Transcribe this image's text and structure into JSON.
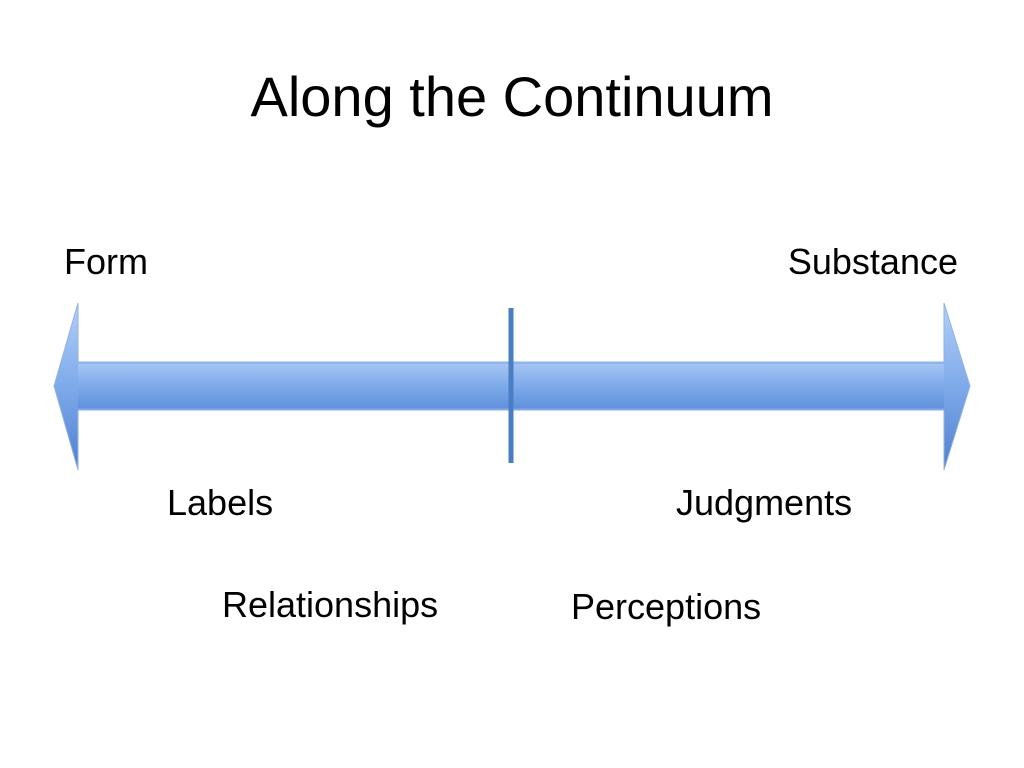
{
  "slide": {
    "title": "Along the Continuum"
  },
  "continuum": {
    "left_end_label": "Form",
    "right_end_label": "Substance",
    "arrow_color": "#7aa7e8",
    "arrow_edge_color": "#4f7fc8",
    "midpoint_line_color": "#4a7ec4"
  },
  "terms": {
    "form_side": [
      "Labels",
      "Relationships"
    ],
    "substance_side": [
      "Judgments",
      "Perceptions"
    ]
  }
}
